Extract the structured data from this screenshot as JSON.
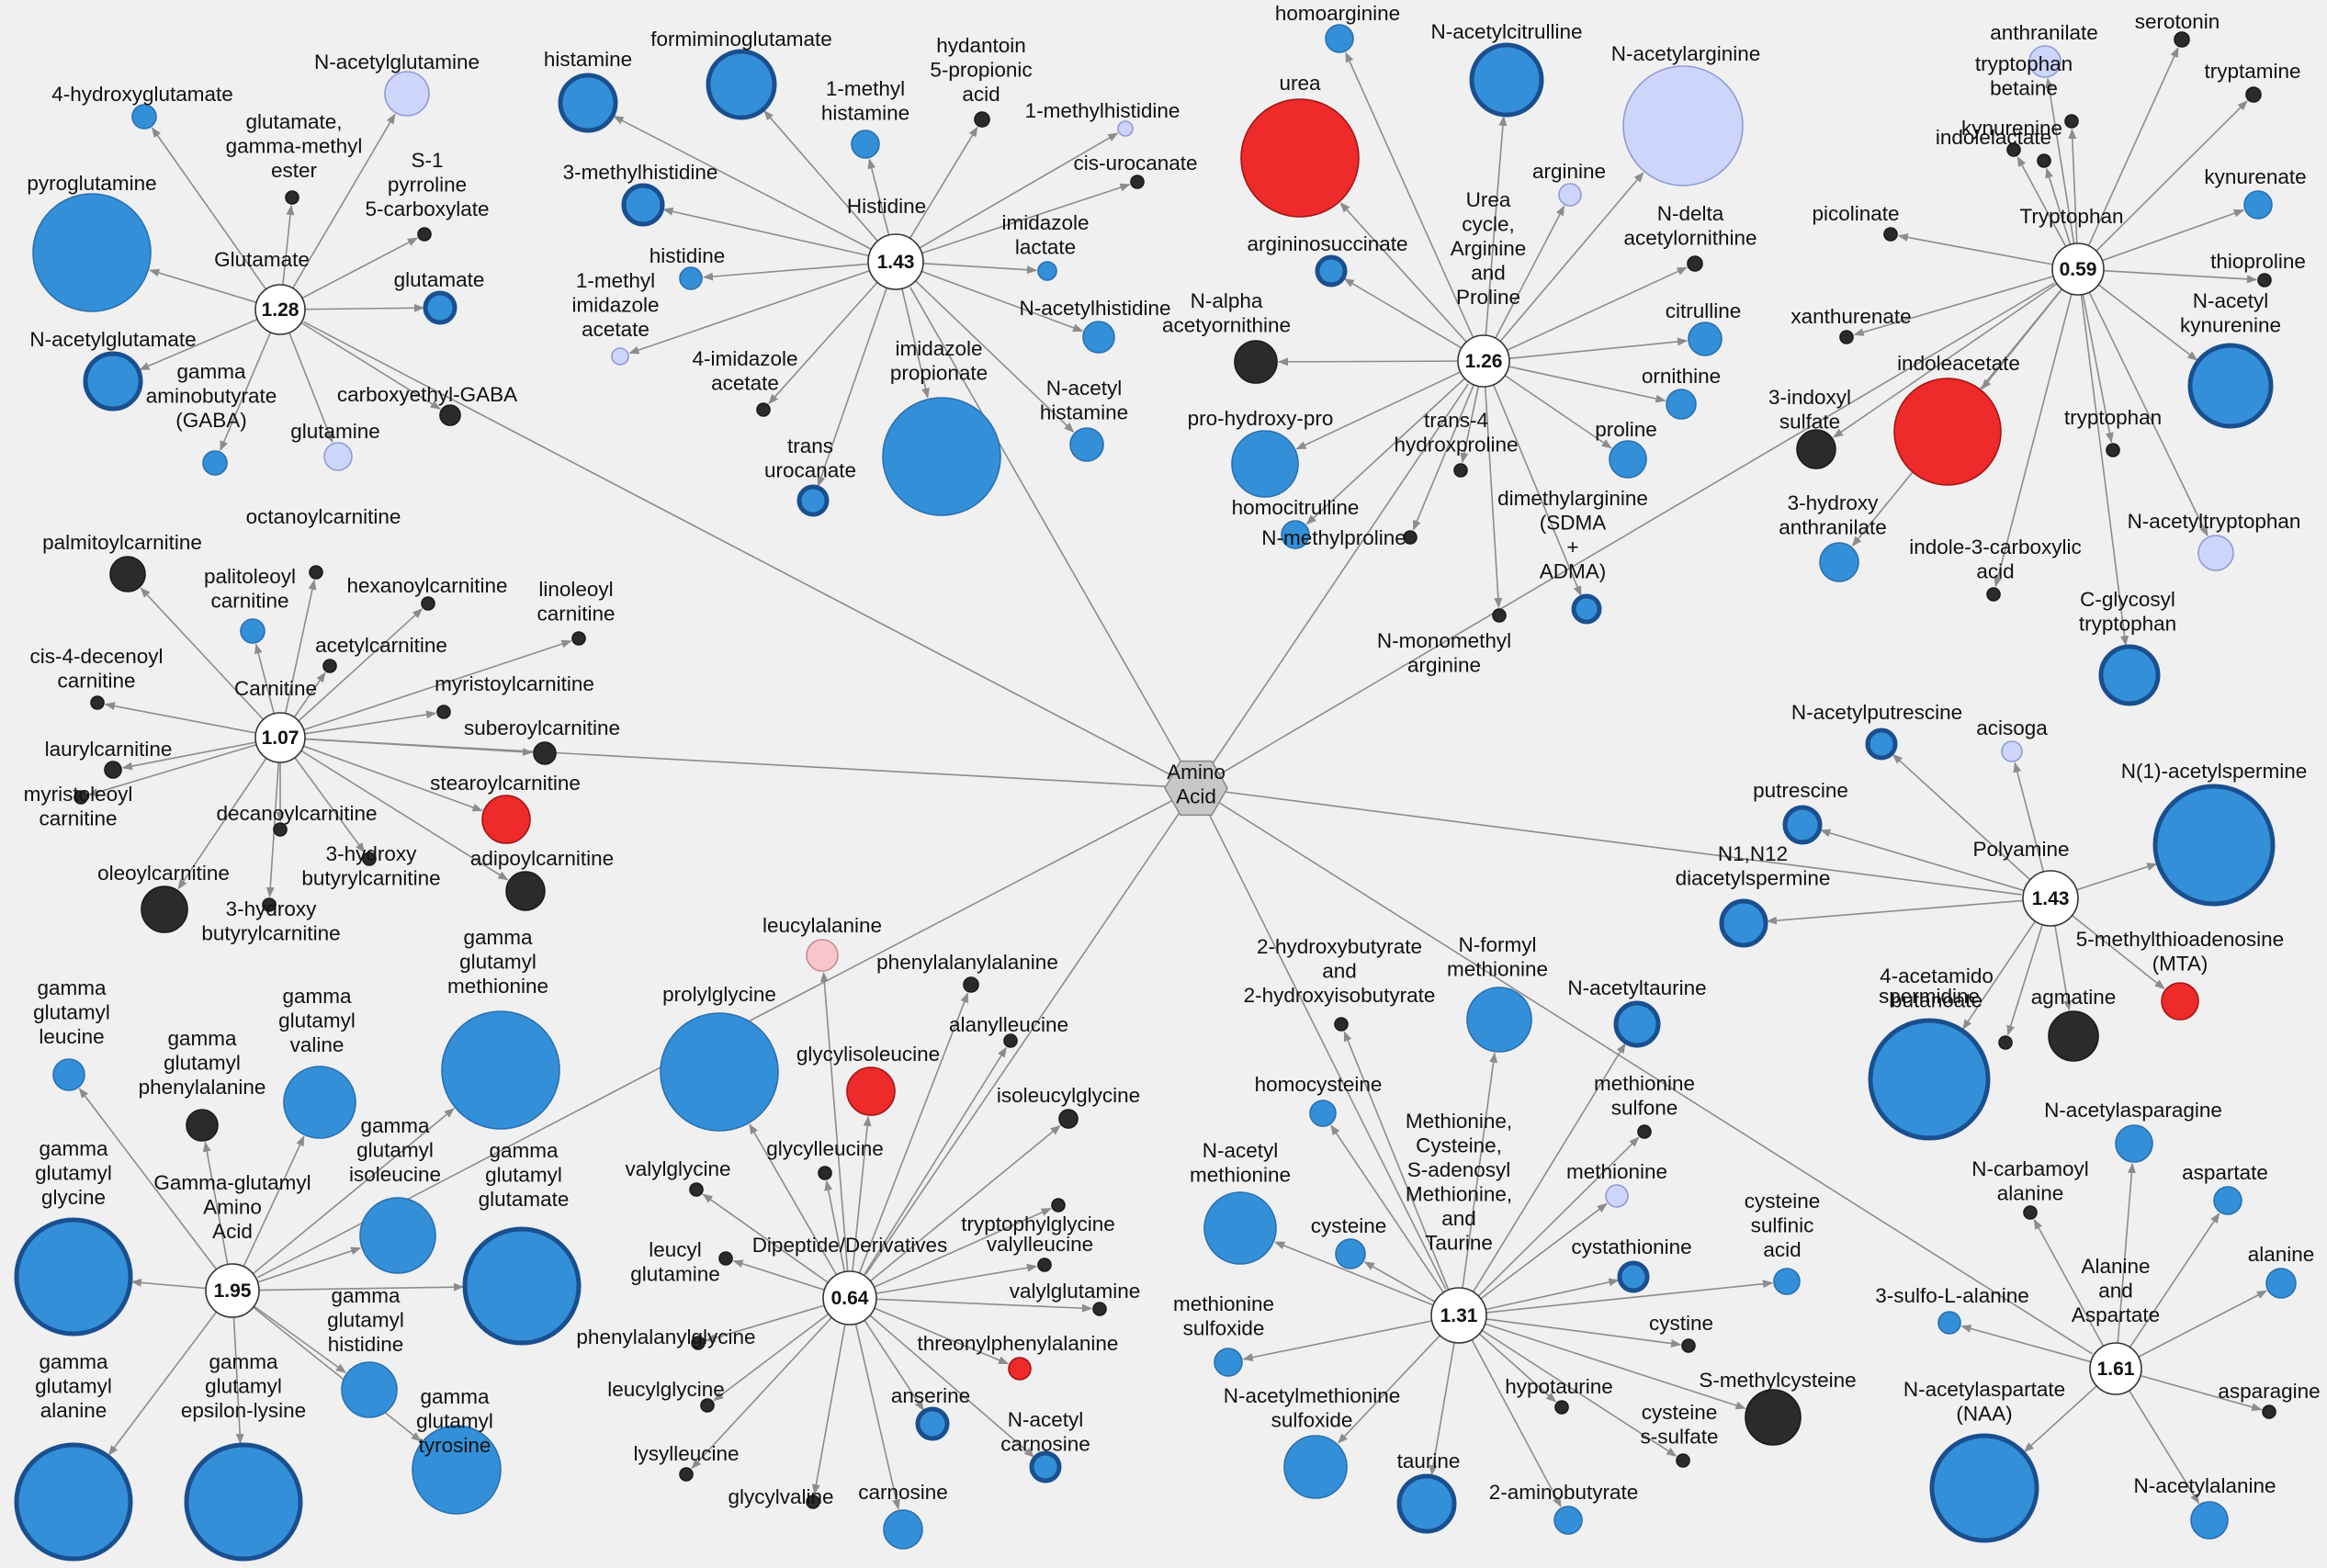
{
  "center": {
    "label": [
      "Amino",
      "Acid"
    ]
  },
  "legend": {
    "node_colors": {
      "dark": "#2b2b2b",
      "blue": "#3390d8",
      "blue_bold_outline": "#1a4f8f",
      "lavender": "#cdd5fa",
      "red": "#ee2a2a",
      "pink": "#f7c6cc"
    }
  },
  "hubs": [
    {
      "id": "glutamate",
      "name": [
        "Glutamate"
      ],
      "value": "1.28",
      "members": [
        {
          "label": [
            "4-hydroxyglutamate"
          ],
          "color": "blue"
        },
        {
          "label": [
            "glutamate,",
            "gamma-methyl",
            "ester"
          ],
          "color": "dark"
        },
        {
          "label": [
            "N-acetylglutamine"
          ],
          "color": "lavender"
        },
        {
          "label": [
            "S-1",
            "pyrroline",
            "5-carboxylate"
          ],
          "color": "dark"
        },
        {
          "label": [
            "glutamate"
          ],
          "color": "blue",
          "bold": true
        },
        {
          "label": [
            "pyroglutamine"
          ],
          "color": "blue"
        },
        {
          "label": [
            "N-acetylglutamate"
          ],
          "color": "blue",
          "bold": true
        },
        {
          "label": [
            "gamma",
            "aminobutyrate",
            "(GABA)"
          ],
          "color": "blue"
        },
        {
          "label": [
            "glutamine"
          ],
          "color": "lavender"
        },
        {
          "label": [
            "carboxyethyl-GABA"
          ],
          "color": "dark"
        }
      ]
    },
    {
      "id": "histidine",
      "name": [
        "Histidine"
      ],
      "value": "1.43",
      "members": [
        {
          "label": [
            "histamine"
          ],
          "color": "blue",
          "bold": true
        },
        {
          "label": [
            "formiminoglutamate"
          ],
          "color": "blue",
          "bold": true
        },
        {
          "label": [
            "1-methyl",
            "histamine"
          ],
          "color": "blue"
        },
        {
          "label": [
            "hydantoin",
            "5-propionic",
            "acid"
          ],
          "color": "dark"
        },
        {
          "label": [
            "1-methylhistidine"
          ],
          "color": "lavender"
        },
        {
          "label": [
            "cis-urocanate"
          ],
          "color": "dark"
        },
        {
          "label": [
            "3-methylhistidine"
          ],
          "color": "blue",
          "bold": true
        },
        {
          "label": [
            "histidine"
          ],
          "color": "blue"
        },
        {
          "label": [
            "1-methyl",
            "imidazole",
            "acetate"
          ],
          "color": "lavender"
        },
        {
          "label": [
            "imidazole",
            "lactate"
          ],
          "color": "blue"
        },
        {
          "label": [
            "N-acetylhistidine"
          ],
          "color": "blue"
        },
        {
          "label": [
            "4-imidazole",
            "acetate"
          ],
          "color": "dark"
        },
        {
          "label": [
            "imidazole",
            "propionate"
          ],
          "color": "blue"
        },
        {
          "label": [
            "N-acetyl",
            "histamine"
          ],
          "color": "blue"
        },
        {
          "label": [
            "trans",
            "urocanate"
          ],
          "color": "blue",
          "bold": true
        }
      ]
    },
    {
      "id": "urea",
      "name": [
        "Urea",
        "cycle,",
        "Arginine",
        "and",
        "Proline"
      ],
      "value": "1.26",
      "members": [
        {
          "label": [
            "homoarginine"
          ],
          "color": "blue"
        },
        {
          "label": [
            "N-acetylcitrulline"
          ],
          "color": "blue",
          "bold": true
        },
        {
          "label": [
            "N-acetylarginine"
          ],
          "color": "lavender"
        },
        {
          "label": [
            "urea"
          ],
          "color": "red"
        },
        {
          "label": [
            "arginine"
          ],
          "color": "lavender"
        },
        {
          "label": [
            "N-delta",
            "acetylornithine"
          ],
          "color": "dark"
        },
        {
          "label": [
            "argininosuccinate"
          ],
          "color": "blue",
          "bold": true
        },
        {
          "label": [
            "citrulline"
          ],
          "color": "blue"
        },
        {
          "label": [
            "N-alpha",
            "acetyornithine"
          ],
          "color": "dark"
        },
        {
          "label": [
            "ornithine"
          ],
          "color": "blue"
        },
        {
          "label": [
            "pro-hydroxy-pro"
          ],
          "color": "blue"
        },
        {
          "label": [
            "proline"
          ],
          "color": "blue"
        },
        {
          "label": [
            "trans-4",
            "hydroxproline"
          ],
          "color": "dark"
        },
        {
          "label": [
            "homocitrulline"
          ],
          "color": "blue"
        },
        {
          "label": [
            "dimethylarginine",
            "(SDMA",
            "+",
            "ADMA)"
          ],
          "color": "blue",
          "bold": true
        },
        {
          "label": [
            "N-methylproline"
          ],
          "color": "dark"
        },
        {
          "label": [
            "N-monomethyl",
            "arginine"
          ],
          "color": "dark"
        }
      ]
    },
    {
      "id": "tryptophan",
      "name": [
        "Tryptophan"
      ],
      "value": "0.59",
      "members": [
        {
          "label": [
            "anthranilate"
          ],
          "color": "lavender"
        },
        {
          "label": [
            "serotonin"
          ],
          "color": "dark"
        },
        {
          "label": [
            "tryptophan",
            "betaine"
          ],
          "color": "dark"
        },
        {
          "label": [
            "tryptamine"
          ],
          "color": "dark"
        },
        {
          "label": [
            "indolelactate"
          ],
          "color": "dark"
        },
        {
          "label": [
            "kynurenine"
          ],
          "color": "dark"
        },
        {
          "label": [
            "kynurenate"
          ],
          "color": "blue"
        },
        {
          "label": [
            "picolinate"
          ],
          "color": "dark"
        },
        {
          "label": [
            "thioproline"
          ],
          "color": "dark"
        },
        {
          "label": [
            "xanthurenate"
          ],
          "color": "dark"
        },
        {
          "label": [
            "N-acetyl",
            "kynurenine"
          ],
          "color": "blue",
          "bold": true
        },
        {
          "label": [
            "indoleacetate"
          ],
          "color": "red"
        },
        {
          "label": [
            "3-indoxyl",
            "sulfate"
          ],
          "color": "dark"
        },
        {
          "label": [
            "tryptophan"
          ],
          "color": "dark"
        },
        {
          "label": [
            "3-hydroxy",
            "anthranilate"
          ],
          "color": "blue"
        },
        {
          "label": [
            "indole-3-carboxylic",
            "acid"
          ],
          "color": "dark"
        },
        {
          "label": [
            "N-acetyltryptophan"
          ],
          "color": "lavender"
        },
        {
          "label": [
            "C-glycosyl",
            "tryptophan"
          ],
          "color": "blue",
          "bold": true
        }
      ]
    },
    {
      "id": "carnitine",
      "name": [
        "Carnitine"
      ],
      "value": "1.07",
      "members": [
        {
          "label": [
            "octanoylcarnitine"
          ],
          "color": "dark"
        },
        {
          "label": [
            "palmitoylcarnitine"
          ],
          "color": "dark"
        },
        {
          "label": [
            "palitoleoyl",
            "carnitine"
          ],
          "color": "blue"
        },
        {
          "label": [
            "hexanoylcarnitine"
          ],
          "color": "dark"
        },
        {
          "label": [
            "linoleoyl",
            "carnitine"
          ],
          "color": "dark"
        },
        {
          "label": [
            "cis-4-decenoyl",
            "carnitine"
          ],
          "color": "dark"
        },
        {
          "label": [
            "acetylcarnitine"
          ],
          "color": "dark"
        },
        {
          "label": [
            "myristoylcarnitine"
          ],
          "color": "dark"
        },
        {
          "label": [
            "suberoylcarnitine"
          ],
          "color": "dark"
        },
        {
          "label": [
            "laurylcarnitine"
          ],
          "color": "dark"
        },
        {
          "label": [
            "stearoylcarnitine"
          ],
          "color": "red"
        },
        {
          "label": [
            "myristoleoyl",
            "carnitine"
          ],
          "color": "dark"
        },
        {
          "label": [
            "decanoylcarnitine"
          ],
          "color": "dark"
        },
        {
          "label": [
            "adipoylcarnitine"
          ],
          "color": "dark"
        },
        {
          "label": [
            "3-hydroxy",
            "butyrylcarnitine"
          ],
          "color": "dark"
        },
        {
          "label": [
            "oleoylcarnitine"
          ],
          "color": "dark"
        },
        {
          "label": [
            "3-hydroxy",
            "butyrylcarnitine"
          ],
          "color": "dark"
        }
      ]
    },
    {
      "id": "polyamine",
      "name": [
        "Polyamine"
      ],
      "value": "1.43",
      "members": [
        {
          "label": [
            "N-acetylputrescine"
          ],
          "color": "blue",
          "bold": true
        },
        {
          "label": [
            "acisoga"
          ],
          "color": "lavender"
        },
        {
          "label": [
            "putrescine"
          ],
          "color": "blue",
          "bold": true
        },
        {
          "label": [
            "N(1)-acetylspermine"
          ],
          "color": "blue",
          "bold": true
        },
        {
          "label": [
            "N1,N12",
            "diacetylspermine"
          ],
          "color": "blue",
          "bold": true
        },
        {
          "label": [
            "5-methylthioadenosine",
            "(MTA)"
          ],
          "color": "red"
        },
        {
          "label": [
            "4-acetamido",
            "butanoate"
          ],
          "color": "dark"
        },
        {
          "label": [
            "spermidine"
          ],
          "color": "blue",
          "bold": true
        },
        {
          "label": [
            "agmatine"
          ],
          "color": "dark"
        }
      ]
    },
    {
      "id": "gglutamyl",
      "name": [
        "Gamma-glutamyl",
        "Amino",
        "Acid"
      ],
      "value": "1.95",
      "members": [
        {
          "label": [
            "gamma",
            "glutamyl",
            "leucine"
          ],
          "color": "blue"
        },
        {
          "label": [
            "gamma",
            "glutamyl",
            "phenylalanine"
          ],
          "color": "dark"
        },
        {
          "label": [
            "gamma",
            "glutamyl",
            "valine"
          ],
          "color": "blue"
        },
        {
          "label": [
            "gamma",
            "glutamyl",
            "methionine"
          ],
          "color": "blue"
        },
        {
          "label": [
            "gamma",
            "glutamyl",
            "isoleucine"
          ],
          "color": "blue"
        },
        {
          "label": [
            "gamma",
            "glutamyl",
            "glutamate"
          ],
          "color": "blue",
          "bold": true
        },
        {
          "label": [
            "gamma",
            "glutamyl",
            "glycine"
          ],
          "color": "blue",
          "bold": true
        },
        {
          "label": [
            "gamma",
            "glutamyl",
            "histidine"
          ],
          "color": "blue"
        },
        {
          "label": [
            "gamma",
            "glutamyl",
            "alanine"
          ],
          "color": "blue",
          "bold": true
        },
        {
          "label": [
            "gamma",
            "glutamyl",
            "epsilon-lysine"
          ],
          "color": "blue",
          "bold": true
        },
        {
          "label": [
            "gamma",
            "glutamyl",
            "tyrosine"
          ],
          "color": "blue"
        }
      ]
    },
    {
      "id": "dipeptide",
      "name": [
        "Dipeptide/Derivatives"
      ],
      "value": "0.64",
      "members": [
        {
          "label": [
            "leucylalanine"
          ],
          "color": "pink"
        },
        {
          "label": [
            "phenylalanylalanine"
          ],
          "color": "dark"
        },
        {
          "label": [
            "prolylglycine"
          ],
          "color": "blue"
        },
        {
          "label": [
            "alanylleucine"
          ],
          "color": "dark"
        },
        {
          "label": [
            "glycylisoleucine"
          ],
          "color": "red"
        },
        {
          "label": [
            "isoleucylglycine"
          ],
          "color": "dark"
        },
        {
          "label": [
            "glycylleucine"
          ],
          "color": "dark"
        },
        {
          "label": [
            "valylglycine"
          ],
          "color": "dark"
        },
        {
          "label": [
            "tryptophylglycine"
          ],
          "color": "dark"
        },
        {
          "label": [
            "leucyl",
            "glutamine"
          ],
          "color": "dark"
        },
        {
          "label": [
            "valylleucine"
          ],
          "color": "dark"
        },
        {
          "label": [
            "valylglutamine"
          ],
          "color": "dark"
        },
        {
          "label": [
            "phenylalanylglycine"
          ],
          "color": "dark"
        },
        {
          "label": [
            "threonylphenylalanine"
          ],
          "color": "red"
        },
        {
          "label": [
            "leucylglycine"
          ],
          "color": "dark"
        },
        {
          "label": [
            "anserine"
          ],
          "color": "blue",
          "bold": true
        },
        {
          "label": [
            "N-acetyl",
            "carnosine"
          ],
          "color": "blue",
          "bold": true
        },
        {
          "label": [
            "lysylleucine"
          ],
          "color": "dark"
        },
        {
          "label": [
            "glycylvaline"
          ],
          "color": "dark"
        },
        {
          "label": [
            "carnosine"
          ],
          "color": "blue"
        }
      ]
    },
    {
      "id": "methionine",
      "name": [
        "Methionine,",
        "Cysteine,",
        "S-adenosyl",
        "Methionine,",
        "and",
        "Taurine"
      ],
      "value": "1.31",
      "members": [
        {
          "label": [
            "2-hydroxybutyrate",
            "and",
            "2-hydroxyisobutyrate"
          ],
          "color": "dark"
        },
        {
          "label": [
            "N-formyl",
            "methionine"
          ],
          "color": "blue"
        },
        {
          "label": [
            "N-acetyltaurine"
          ],
          "color": "blue",
          "bold": true
        },
        {
          "label": [
            "homocysteine"
          ],
          "color": "blue"
        },
        {
          "label": [
            "methionine",
            "sulfone"
          ],
          "color": "dark"
        },
        {
          "label": [
            "N-acetyl",
            "methionine"
          ],
          "color": "blue"
        },
        {
          "label": [
            "methionine"
          ],
          "color": "lavender"
        },
        {
          "label": [
            "cysteine"
          ],
          "color": "blue"
        },
        {
          "label": [
            "cysteine",
            "sulfinic",
            "acid"
          ],
          "color": "blue"
        },
        {
          "label": [
            "cystathionine"
          ],
          "color": "blue",
          "bold": true
        },
        {
          "label": [
            "methionine",
            "sulfoxide"
          ],
          "color": "blue"
        },
        {
          "label": [
            "cystine"
          ],
          "color": "dark"
        },
        {
          "label": [
            "N-acetylmethionine",
            "sulfoxide"
          ],
          "color": "blue"
        },
        {
          "label": [
            "hypotaurine"
          ],
          "color": "dark"
        },
        {
          "label": [
            "S-methylcysteine"
          ],
          "color": "dark"
        },
        {
          "label": [
            "cysteine",
            "s-sulfate"
          ],
          "color": "dark"
        },
        {
          "label": [
            "taurine"
          ],
          "color": "blue",
          "bold": true
        },
        {
          "label": [
            "2-aminobutyrate"
          ],
          "color": "blue"
        }
      ]
    },
    {
      "id": "alanine",
      "name": [
        "Alanine",
        "and",
        "Aspartate"
      ],
      "value": "1.61",
      "members": [
        {
          "label": [
            "N-acetylasparagine"
          ],
          "color": "blue"
        },
        {
          "label": [
            "N-carbamoyl",
            "alanine"
          ],
          "color": "dark"
        },
        {
          "label": [
            "aspartate"
          ],
          "color": "blue"
        },
        {
          "label": [
            "alanine"
          ],
          "color": "blue"
        },
        {
          "label": [
            "3-sulfo-L-alanine"
          ],
          "color": "blue"
        },
        {
          "label": [
            "asparagine"
          ],
          "color": "dark"
        },
        {
          "label": [
            "N-acetylaspartate",
            "(NAA)"
          ],
          "color": "blue",
          "bold": true
        },
        {
          "label": [
            "N-acetylalanine"
          ],
          "color": "blue"
        }
      ]
    }
  ]
}
